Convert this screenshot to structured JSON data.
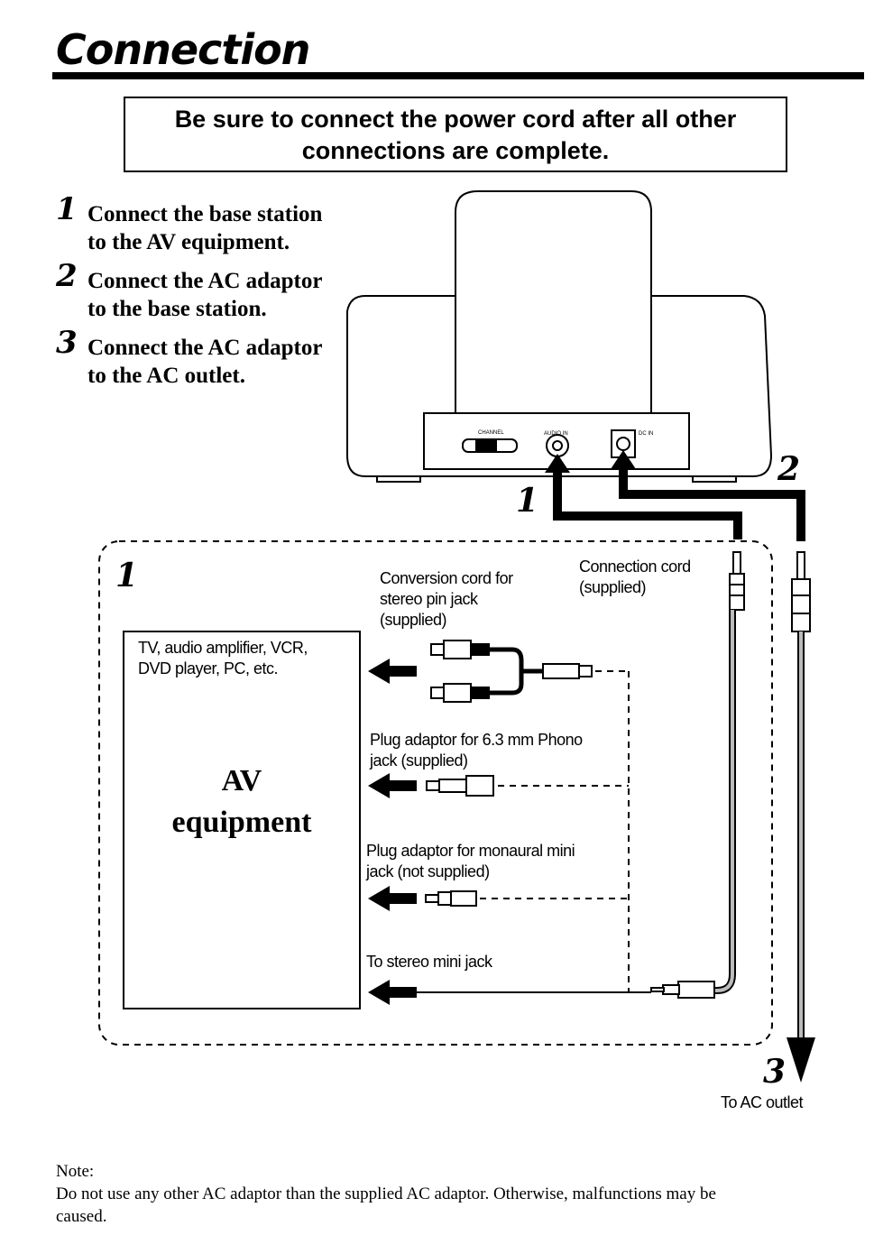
{
  "page": {
    "title": "Connection",
    "warning": {
      "line1": "Be sure to connect the power cord after all other",
      "line2": "connections are complete."
    }
  },
  "steps": [
    {
      "num": "1",
      "line1": "Connect the base station",
      "line2": "to the AV equipment."
    },
    {
      "num": "2",
      "line1": "Connect the AC adaptor",
      "line2": "to the base station."
    },
    {
      "num": "3",
      "line1": "Connect the AC adaptor",
      "line2": "to the AC outlet."
    }
  ],
  "diagram": {
    "callout_1_top": "1",
    "callout_2": "2",
    "callout_1_box": "1",
    "callout_3": "3",
    "panel_channel_label": "CHANNEL",
    "panel_audio_label": "AUDIO IN",
    "panel_dc_label": "DC IN",
    "connection_cord": {
      "line1": "Connection cord",
      "line2": "(supplied)"
    },
    "conversion_cord": {
      "line1": "Conversion cord for",
      "line2": "stereo pin jack",
      "line3": "(supplied)"
    },
    "phono_adaptor": {
      "line1": "Plug adaptor for 6.3 mm Phono",
      "line2": "jack (supplied)"
    },
    "mono_adaptor": {
      "line1": "Plug adaptor for monaural mini",
      "line2": "jack (not supplied)"
    },
    "stereo_mini": "To stereo mini jack",
    "av_box": {
      "caption_line1": "TV, audio amplifier, VCR,",
      "caption_line2": "DVD player, PC, etc.",
      "name_line1": "AV",
      "name_line2": "equipment"
    },
    "ac_outlet": "To AC outlet"
  },
  "note": {
    "heading": "Note:",
    "line1": "Do not use any other AC adaptor than the supplied AC adaptor. Otherwise, malfunctions may be",
    "line2": "caused."
  }
}
